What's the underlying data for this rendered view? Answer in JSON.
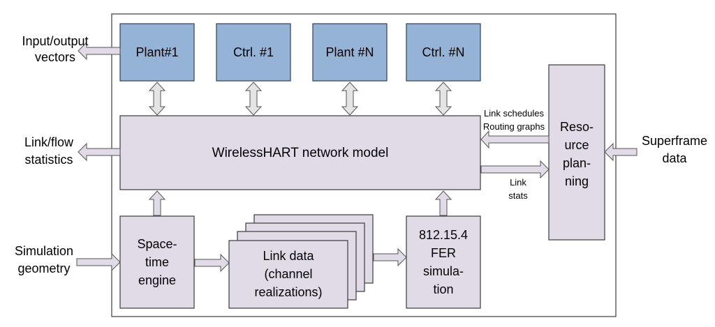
{
  "nodes": {
    "plant1": "Plant#1",
    "ctrl1": "Ctrl. #1",
    "plantN": "Plant #N",
    "ctrlN": "Ctrl. #N",
    "network": "WirelessHART network model",
    "resource": [
      "Reso-",
      "urce",
      "plan-",
      "ning"
    ],
    "spacetime": [
      "Space-",
      "time",
      "engine"
    ],
    "linkdata": [
      "Link data",
      "(channel",
      "realizations)"
    ],
    "fer": [
      "812.15.4",
      "FER",
      "simula-",
      "tion"
    ]
  },
  "external": {
    "io": [
      "Input/output",
      "vectors"
    ],
    "linkflow": [
      "Link/flow",
      "statistics"
    ],
    "simgeo": [
      "Simulation",
      "geometry"
    ],
    "superframe": [
      "Superframe",
      "data"
    ]
  },
  "edges": {
    "schedules": [
      "Link schedules",
      "Routing graphs"
    ],
    "stats": [
      "Link",
      "stats"
    ]
  }
}
